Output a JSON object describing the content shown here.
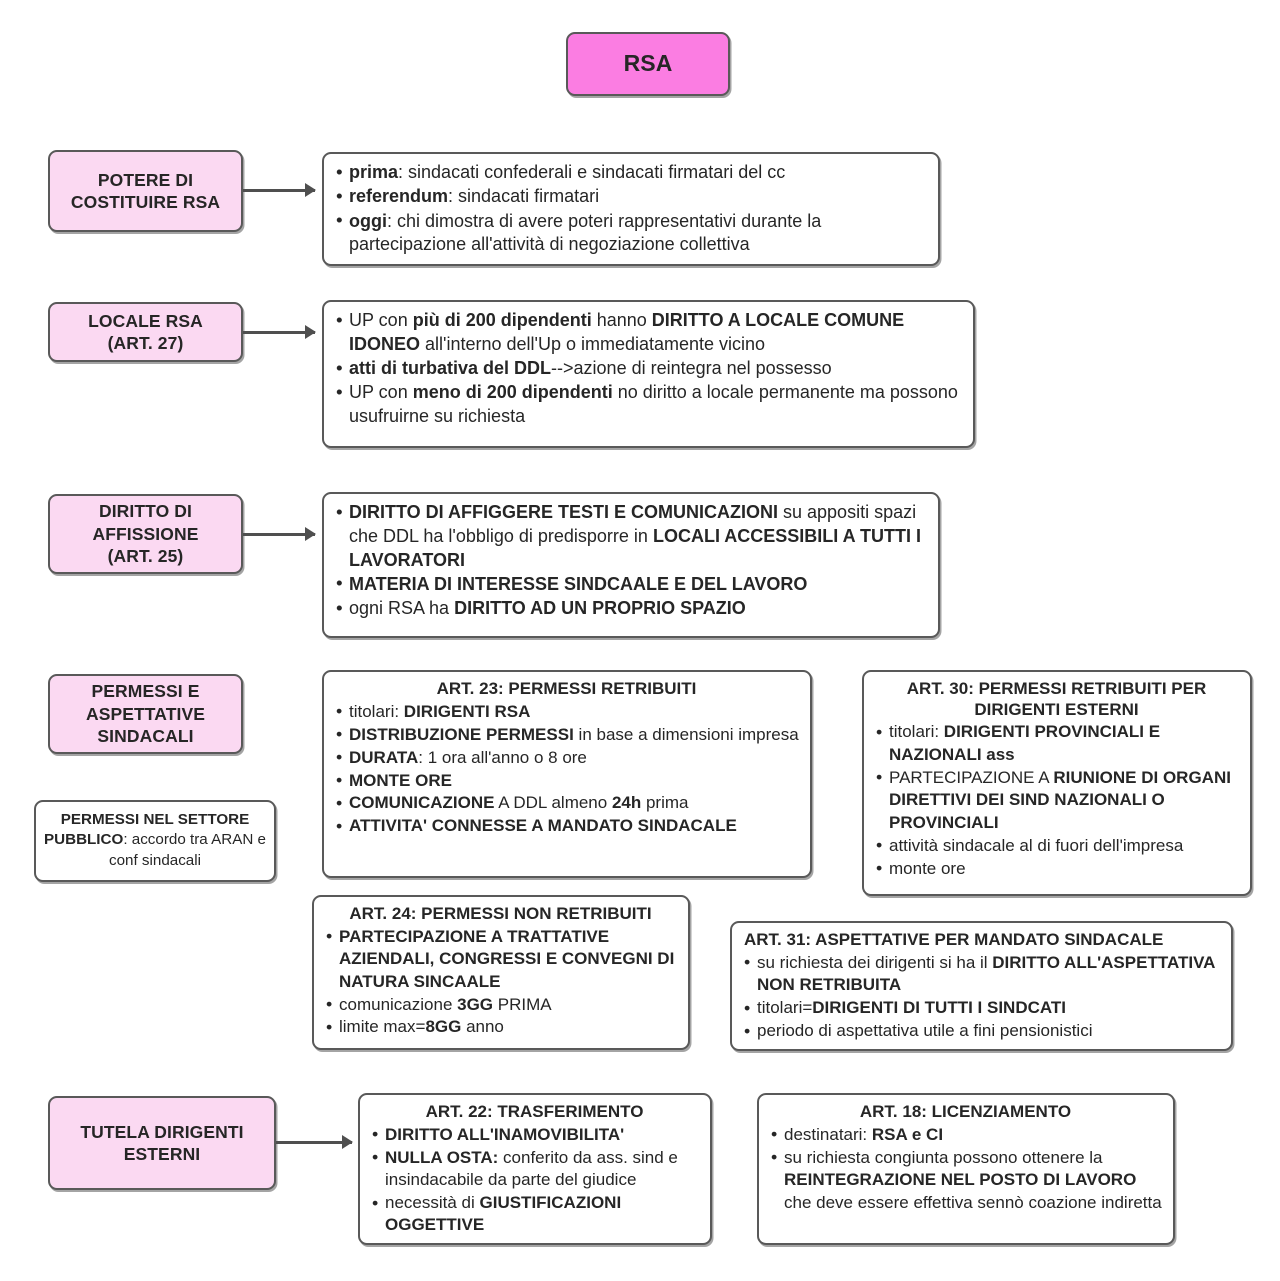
{
  "diagram": {
    "root": {
      "label": "RSA"
    },
    "branches": [
      {
        "key": "potere",
        "label": "POTERE DI\nCOSTITUIRE RSA",
        "label_lines": [
          "POTERE DI",
          "COSTITUIRE RSA"
        ],
        "items": [
          {
            "id": "potere-1",
            "html": "<b>prima</b>: sindacati confederali e sindacati firmatari del cc"
          },
          {
            "id": "potere-2",
            "html": "<b>referendum</b>: sindacati firmatari"
          },
          {
            "id": "potere-3",
            "html": "<b>oggi</b>: chi dimostra di avere poteri rappresentativi durante la partecipazione all'attività di negoziazione collettiva"
          }
        ]
      },
      {
        "key": "locale",
        "label_lines": [
          "LOCALE RSA",
          "(ART. 27)"
        ],
        "items": [
          {
            "id": "locale-1",
            "html": "UP con <b>più di 200 dipendenti</b> hanno <b>DIRITTO A LOCALE COMUNE IDONEO</b> all'interno dell'Up o immediatamente vicino"
          },
          {
            "id": "locale-2",
            "html": "<b>atti di turbativa del DDL</b>--&gt;azione di reintegra nel possesso"
          },
          {
            "id": "locale-3",
            "html": "UP con <b>meno di 200 dipendenti</b> no diritto a locale permanente ma possono usufruirne su richiesta"
          }
        ]
      },
      {
        "key": "affissione",
        "label_lines": [
          "DIRITTO DI",
          "AFFISSIONE",
          "(ART. 25)"
        ],
        "items": [
          {
            "id": "affissione-1",
            "html": "<b>DIRITTO DI AFFIGGERE TESTI E COMUNICAZIONI</b> su appositi spazi che DDL ha l'obbligo di predisporre in <b>LOCALI ACCESSIBILI A TUTTI I LAVORATORI</b>"
          },
          {
            "id": "affissione-2",
            "html": "<b>MATERIA DI INTERESSE SINDCAALE E DEL LAVORO</b>"
          },
          {
            "id": "affissione-3",
            "html": "ogni RSA ha <b>DIRITTO AD UN PROPRIO SPAZIO</b>"
          }
        ]
      },
      {
        "key": "permessi",
        "label_lines": [
          "PERMESSI E",
          "ASPETTATIVE",
          "SINDACALI"
        ]
      },
      {
        "key": "tutela",
        "label_lines": [
          "TUTELA DIRIGENTI",
          "ESTERNI"
        ]
      }
    ],
    "settore_pubblico": {
      "html": "<b>PERMESSI NEL SETTORE PUBBLICO</b>: accordo tra ARAN e conf sindacali"
    },
    "art23": {
      "heading": "ART. 23: PERMESSI RETRIBUITI",
      "items": [
        {
          "id": "a23-1",
          "html": "titolari: <b>DIRIGENTI RSA</b>"
        },
        {
          "id": "a23-2",
          "html": "<b>DISTRIBUZIONE PERMESSI</b> in base a dimensioni impresa"
        },
        {
          "id": "a23-3",
          "html": "<b>DURATA</b>: 1 ora all'anno o 8 ore"
        },
        {
          "id": "a23-4",
          "html": "<b>MONTE ORE</b>"
        },
        {
          "id": "a23-5",
          "html": "<b>COMUNICAZIONE</b> A DDL almeno <b>24h</b> prima"
        },
        {
          "id": "a23-6",
          "html": "<b>ATTIVITA' CONNESSE A MANDATO SINDACALE</b>"
        }
      ]
    },
    "art30": {
      "heading": "ART. 30: PERMESSI RETRIBUITI PER DIRIGENTI ESTERNI",
      "items": [
        {
          "id": "a30-1",
          "html": "titolari: <b>DIRIGENTI PROVINCIALI E NAZIONALI ass</b>"
        },
        {
          "id": "a30-2",
          "html": "PARTECIPAZIONE A <b>RIUNIONE DI ORGANI DIRETTIVI DEI SIND NAZIONALI O PROVINCIALI</b>"
        },
        {
          "id": "a30-3",
          "html": "attività sindacale al di fuori dell'impresa"
        },
        {
          "id": "a30-4",
          "html": "monte ore"
        }
      ]
    },
    "art24": {
      "heading": "ART. 24: PERMESSI NON RETRIBUITI",
      "items": [
        {
          "id": "a24-1",
          "html": "<b>PARTECIPAZIONE A TRATTATIVE AZIENDALI, CONGRESSI E CONVEGNI DI NATURA SINCAALE</b>"
        },
        {
          "id": "a24-2",
          "html": "comunicazione <b>3GG</b> PRIMA"
        },
        {
          "id": "a24-3",
          "html": "limite max=<b>8GG</b> anno"
        }
      ]
    },
    "art31": {
      "heading": "ART. 31: ASPETTATIVE PER MANDATO SINDACALE",
      "items": [
        {
          "id": "a31-1",
          "html": "su richiesta dei dirigenti si ha il <b>DIRITTO ALL'ASPETTATIVA NON RETRIBUITA</b>"
        },
        {
          "id": "a31-2",
          "html": "titolari=<b>DIRIGENTI DI TUTTI I SINDCATI</b>"
        },
        {
          "id": "a31-3",
          "html": "periodo di aspettativa utile a fini pensionistici"
        }
      ]
    },
    "art22": {
      "heading": "ART. 22: TRASFERIMENTO",
      "items": [
        {
          "id": "a22-1",
          "html": "<b>DIRITTO ALL'INAMOVIBILITA'</b>"
        },
        {
          "id": "a22-2",
          "html": "<b>NULLA OSTA:</b> conferito da ass. sind e insindacabile da parte del giudice"
        },
        {
          "id": "a22-3",
          "html": "necessità di <b>GIUSTIFICAZIONI OGGETTIVE</b>"
        }
      ]
    },
    "art18": {
      "heading": "ART. 18: LICENZIAMENTO",
      "items": [
        {
          "id": "a18-1",
          "html": "destinatari: <b>RSA e CI</b>"
        },
        {
          "id": "a18-2",
          "html": "su richiesta congiunta possono ottenere la <b>REINTEGRAZIONE NEL POSTO DI LAVORO</b> che deve essere effettiva sennò coazione indiretta"
        }
      ]
    },
    "colors": {
      "root_fill": "#fb7de2",
      "label_fill": "#fbd9f2",
      "border": "#595959",
      "arrow": "#4f4f4f",
      "text": "#262626",
      "background": "#ffffff"
    }
  }
}
